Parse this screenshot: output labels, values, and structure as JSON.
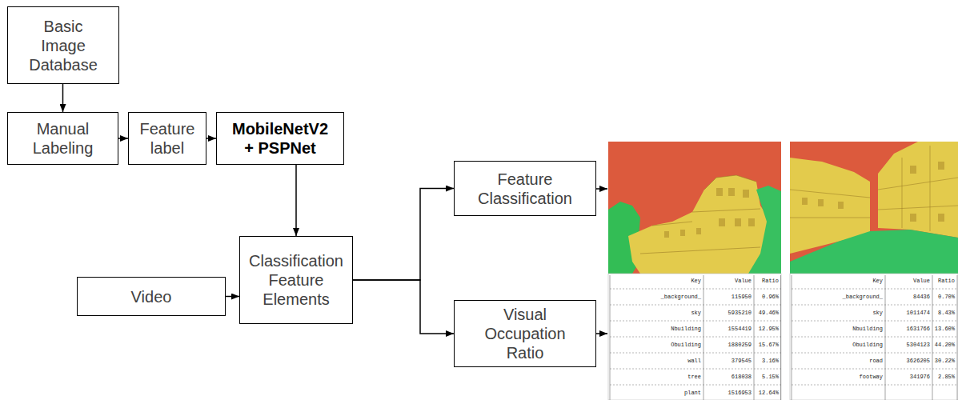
{
  "diagram": {
    "nodes": [
      {
        "text": [
          "Basic Image Database"
        ]
      },
      {
        "text": [
          "Manual Labeling"
        ]
      },
      {
        "text": [
          "Feature label"
        ]
      },
      {
        "text": [
          "MobileNetV2 + PSPNet"
        ]
      },
      {
        "text": [
          "Video"
        ]
      },
      {
        "text": [
          "Classification Feature Elements"
        ]
      },
      {
        "text": [
          "Feature Classification"
        ]
      },
      {
        "text": [
          "Visual Occupation Ratio"
        ]
      }
    ],
    "edges": [
      {
        "from": 0,
        "to": 1,
        "arrow": "to"
      },
      {
        "from": 1,
        "to": 2,
        "arrow": "to"
      },
      {
        "from": 2,
        "to": 3,
        "arrow": "to"
      },
      {
        "from": 3,
        "to": 5,
        "arrow": "to"
      },
      {
        "from": 4,
        "to": 5,
        "arrow": "to"
      },
      {
        "from": 5,
        "to": 6,
        "arrow": "to"
      },
      {
        "from": 5,
        "to": 7,
        "arrow": "to"
      }
    ],
    "labels": [
      "Key",
      "Value",
      "Ratio",
      "_background_",
      "115950",
      "0.96%",
      "sky",
      "5935210",
      "49.46%",
      "Nbuilding",
      "1554419",
      "12.95%",
      "Obuilding",
      "1880259",
      "15.67%",
      "wall",
      "379545",
      "3.16%",
      "tree",
      "618038",
      "5.15%",
      "plant",
      "1516953",
      "12.64%",
      "Key",
      "Value",
      "Ratio",
      "_background_",
      "84436",
      "0.70%",
      "sky",
      "1011474",
      "8.43%",
      "Nbuilding",
      "1631766",
      "13.60%",
      "Obuilding",
      "5304123",
      "44.20%",
      "road",
      "3626205",
      "30.22%",
      "footway",
      "341976",
      "2.85%"
    ]
  }
}
